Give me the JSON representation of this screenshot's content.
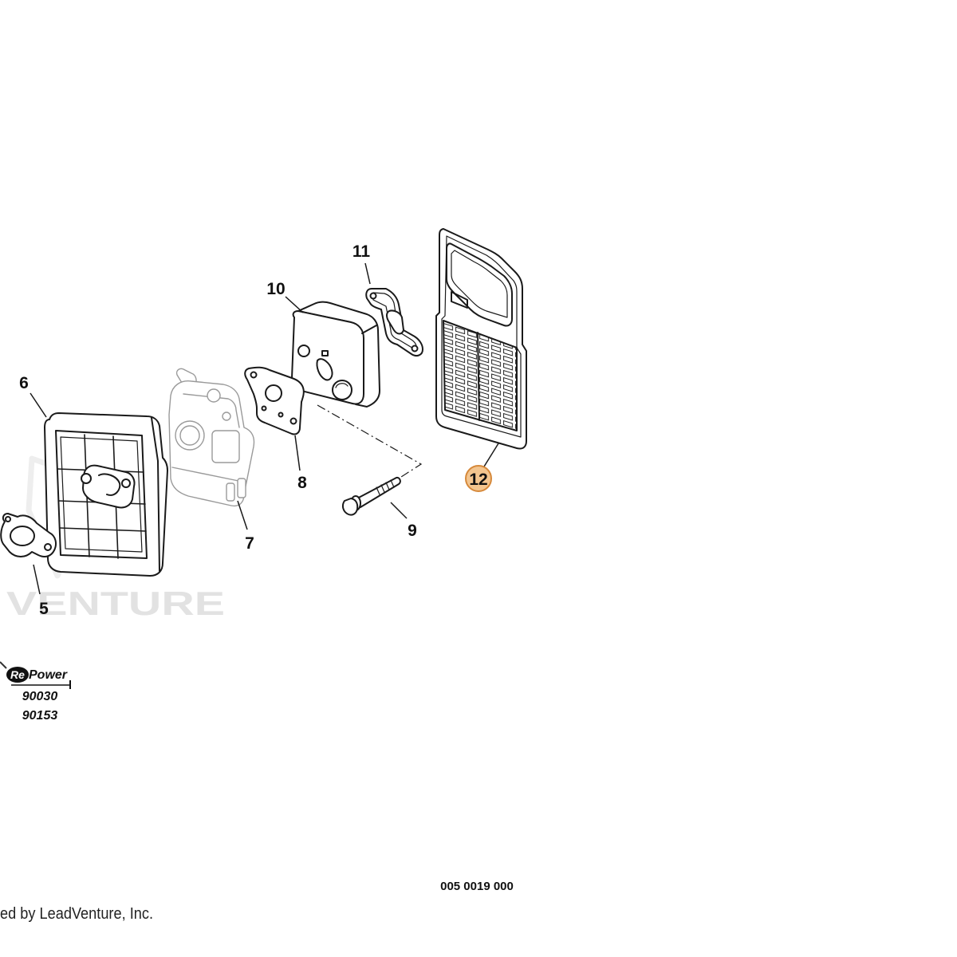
{
  "diagram": {
    "callouts": [
      {
        "label": "11",
        "selected": false
      },
      {
        "label": "10",
        "selected": false
      },
      {
        "label": "6",
        "selected": false
      },
      {
        "label": "8",
        "selected": false
      },
      {
        "label": "12",
        "selected": true
      },
      {
        "label": "9",
        "selected": false
      },
      {
        "label": "7",
        "selected": false
      },
      {
        "label": "5",
        "selected": false
      }
    ],
    "diagram_number": "005 0019 000"
  },
  "branding": {
    "logo_re": "Re",
    "logo_power": "Power",
    "model_numbers": [
      "90030",
      "90153"
    ],
    "watermark": "VENTURE",
    "credit": "ed by LeadVenture, Inc."
  },
  "colors": {
    "line": "#1a1a1a",
    "carb_line": "#9a9a9a",
    "highlight_fill": "#f3c58f",
    "highlight_stroke": "#d6893b",
    "watermark": "#e2e2e2"
  }
}
